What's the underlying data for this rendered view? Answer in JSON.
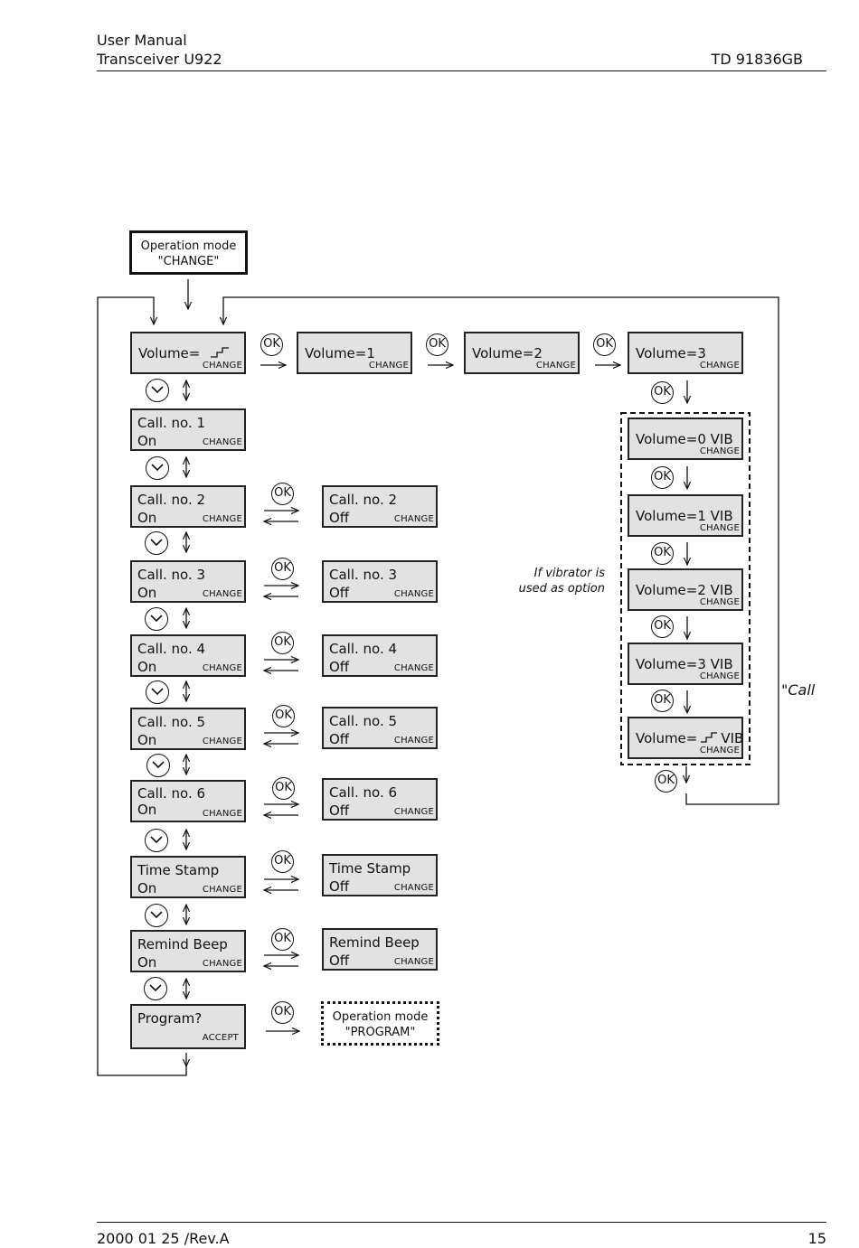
{
  "header": {
    "line1": "User Manual",
    "line2": "Transceiver U922",
    "doc_number": "TD 91836GB"
  },
  "footer": {
    "date_rev": "2000 01 25 /Rev.A",
    "page_number": "15"
  },
  "diagram": {
    "start_box": {
      "line1": "Operation mode",
      "line2": "\"CHANGE\""
    },
    "end_box": {
      "line1": "Operation mode",
      "line2": "\"PROGRAM\""
    },
    "ok_label": "OK",
    "change_label": "CHANGE",
    "accept_label": "ACCEPT",
    "volume_row": [
      {
        "text": "Volume="
      },
      {
        "text": "Volume=1"
      },
      {
        "text": "Volume=2"
      },
      {
        "text": "Volume=3"
      }
    ],
    "vib_column": [
      {
        "text": "Volume=0 VIB"
      },
      {
        "text": "Volume=1 VIB"
      },
      {
        "text": "Volume=2 VIB"
      },
      {
        "text": "Volume=3 VIB"
      },
      {
        "text": "Volume=",
        "suffix": "VIB"
      }
    ],
    "vibrator_note": {
      "line1": "If vibrator is",
      "line2": "used as option"
    },
    "call_fragment": "\"Call",
    "left_column": [
      {
        "title": "Call. no. 1",
        "state": "On"
      },
      {
        "title": "Call. no. 2",
        "state": "On"
      },
      {
        "title": "Call. no. 3",
        "state": "On"
      },
      {
        "title": "Call. no. 4",
        "state": "On"
      },
      {
        "title": "Call. no. 5",
        "state": "On"
      },
      {
        "title": "Call. no.  6",
        "state": "On"
      },
      {
        "title": "Time Stamp",
        "state": "On"
      },
      {
        "title": "Remind Beep",
        "state": "On"
      },
      {
        "title": "Program?"
      }
    ],
    "right_column": [
      {
        "title": "Call. no.  2",
        "state": "Off"
      },
      {
        "title": "Call. no. 3",
        "state": "Off"
      },
      {
        "title": "Call. no. 4",
        "state": "Off"
      },
      {
        "title": "Call. no. 5",
        "state": "Off"
      },
      {
        "title": "Call. no. 6",
        "state": "Off"
      },
      {
        "title": "Time Stamp",
        "state": "Off"
      },
      {
        "title": "Remind Beep",
        "state": "Off"
      }
    ]
  }
}
